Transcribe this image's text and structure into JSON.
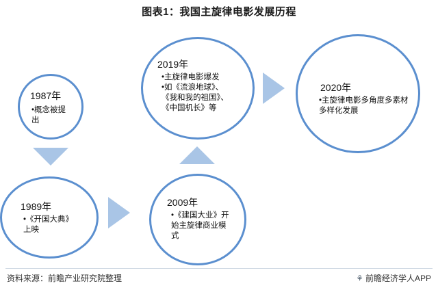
{
  "title": "图表1：我国主旋律电影发展历程",
  "colors": {
    "node_border": "#5b8fcf",
    "arrow_fill": "#a9c5e6"
  },
  "nodes": [
    {
      "year": "1987年",
      "lines": [
        "•概念被提",
        "出"
      ]
    },
    {
      "year": "1989年",
      "lines": [
        "•《开国大典》",
        "上映"
      ]
    },
    {
      "year": "2009年",
      "lines": [
        "•《建国大业》开",
        "始主旋律商业模",
        "式"
      ]
    },
    {
      "year": "2019年",
      "lines": [
        "•主旋律电影爆发",
        "•如《流浪地球》、",
        "《我和我的祖国》、",
        "《中国机长》等"
      ]
    },
    {
      "year": "2020年",
      "lines": [
        "•主旋律电影多角度多素材",
        "多样化发展"
      ]
    }
  ],
  "footer": {
    "source": "资料来源：前瞻产业研究院整理",
    "brand_icon": "paw-icon",
    "brand": "前瞻经济学人APP"
  }
}
